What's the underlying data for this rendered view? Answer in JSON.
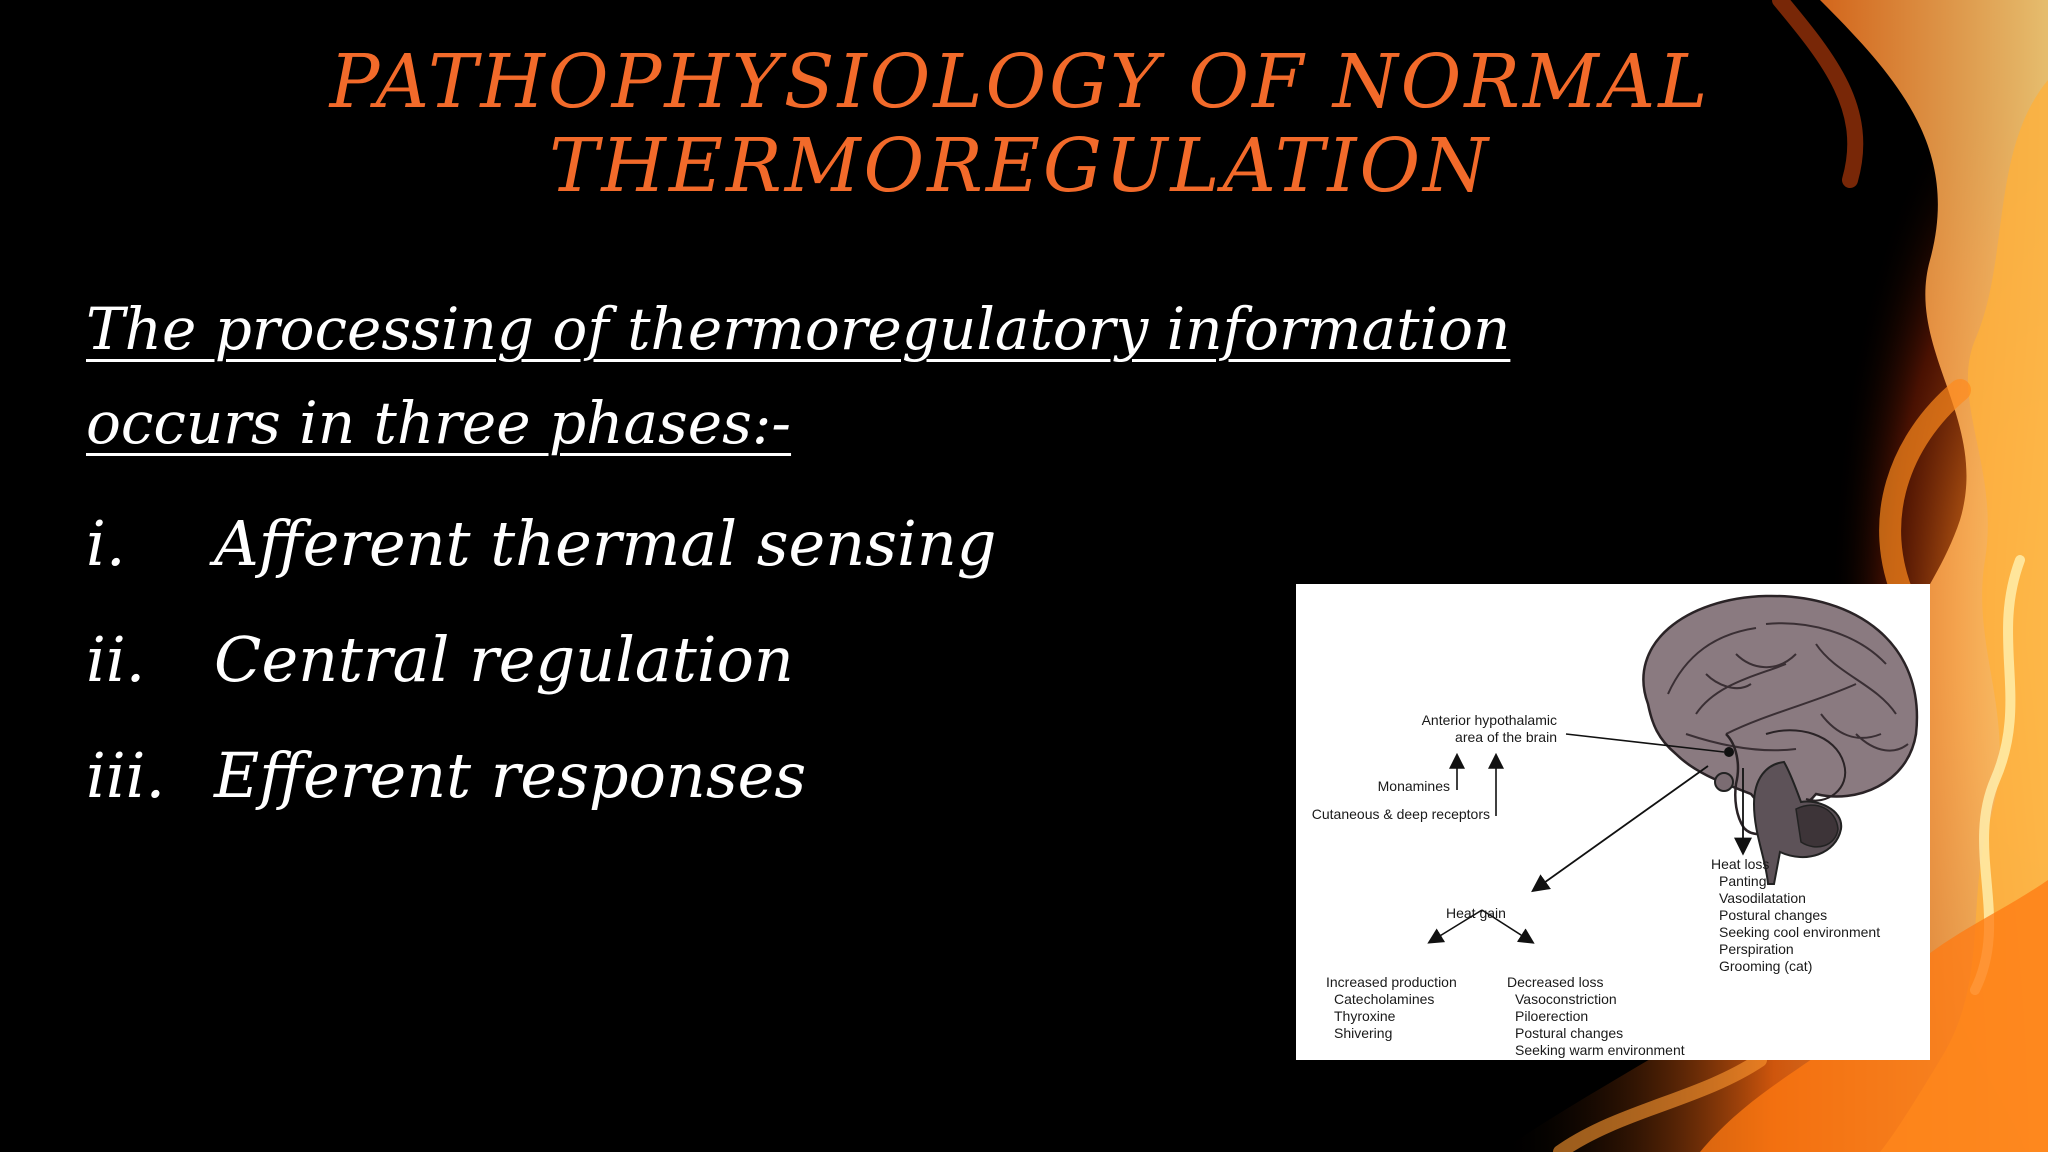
{
  "slide": {
    "title_line1": "PATHOPHYSIOLOGY OF NORMAL",
    "title_line2": "THERMOREGULATION",
    "intro_line1": "The processing of thermoregulatory information",
    "intro_line2": "occurs in three phases:-",
    "phases": [
      {
        "num": "i.",
        "text": "Afferent thermal sensing"
      },
      {
        "num": "ii.",
        "text": "Central regulation"
      },
      {
        "num": "iii.",
        "text": "Efferent responses"
      }
    ],
    "colors": {
      "title": "#f26a2a",
      "text": "#ffffff",
      "background": "#000000"
    }
  },
  "figure": {
    "labels": {
      "anterior_hypothalamic_line1": "Anterior hypothalamic",
      "anterior_hypothalamic_line2": "area of the brain",
      "monamines": "Monamines",
      "receptors": "Cutaneous & deep receptors",
      "heat_gain": "Heat gain",
      "increased_production": "Increased production",
      "decreased_loss": "Decreased loss",
      "heat_loss": "Heat loss"
    },
    "increased_production_items": [
      "Catecholamines",
      "Thyroxine",
      "Shivering"
    ],
    "decreased_loss_items": [
      "Vasoconstriction",
      "Piloerection",
      "Postural changes",
      "Seeking warm environment"
    ],
    "heat_loss_items": [
      "Panting",
      "Vasodilatation",
      "Postural changes",
      "Seeking cool environment",
      "Perspiration",
      "Grooming (cat)"
    ]
  }
}
